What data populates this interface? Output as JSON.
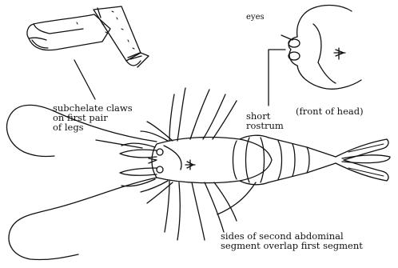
{
  "labels": {
    "claws": [
      "subchelate claws",
      "on first pair",
      "of legs"
    ],
    "eyes": "eyes",
    "rostrum": [
      "short",
      "rostrum"
    ],
    "front_of_head": "(front of head)",
    "segment": [
      "sides of second abdominal",
      "segment overlap first segment"
    ]
  },
  "colors": {
    "ink": "#111111",
    "paper": "#ffffff"
  }
}
